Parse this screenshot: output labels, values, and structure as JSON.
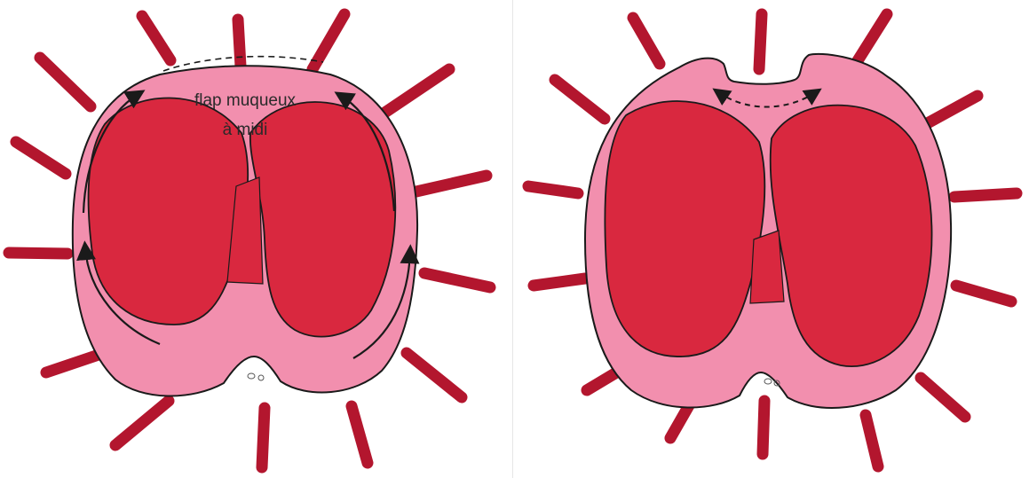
{
  "figure": {
    "left_label_line1": "flap muqueux",
    "left_label_line2": "à midi"
  },
  "colors": {
    "mucosa": "#f28fae",
    "muscle": "#d9283f",
    "outline": "#1a1a1a",
    "background": "#ffffff"
  },
  "icons": {
    "radial_fibers": "muscle-fiber-strokes",
    "left_arrows": "curved-arrow-up",
    "right_arrow": "double-headed-dashed-arrow"
  }
}
